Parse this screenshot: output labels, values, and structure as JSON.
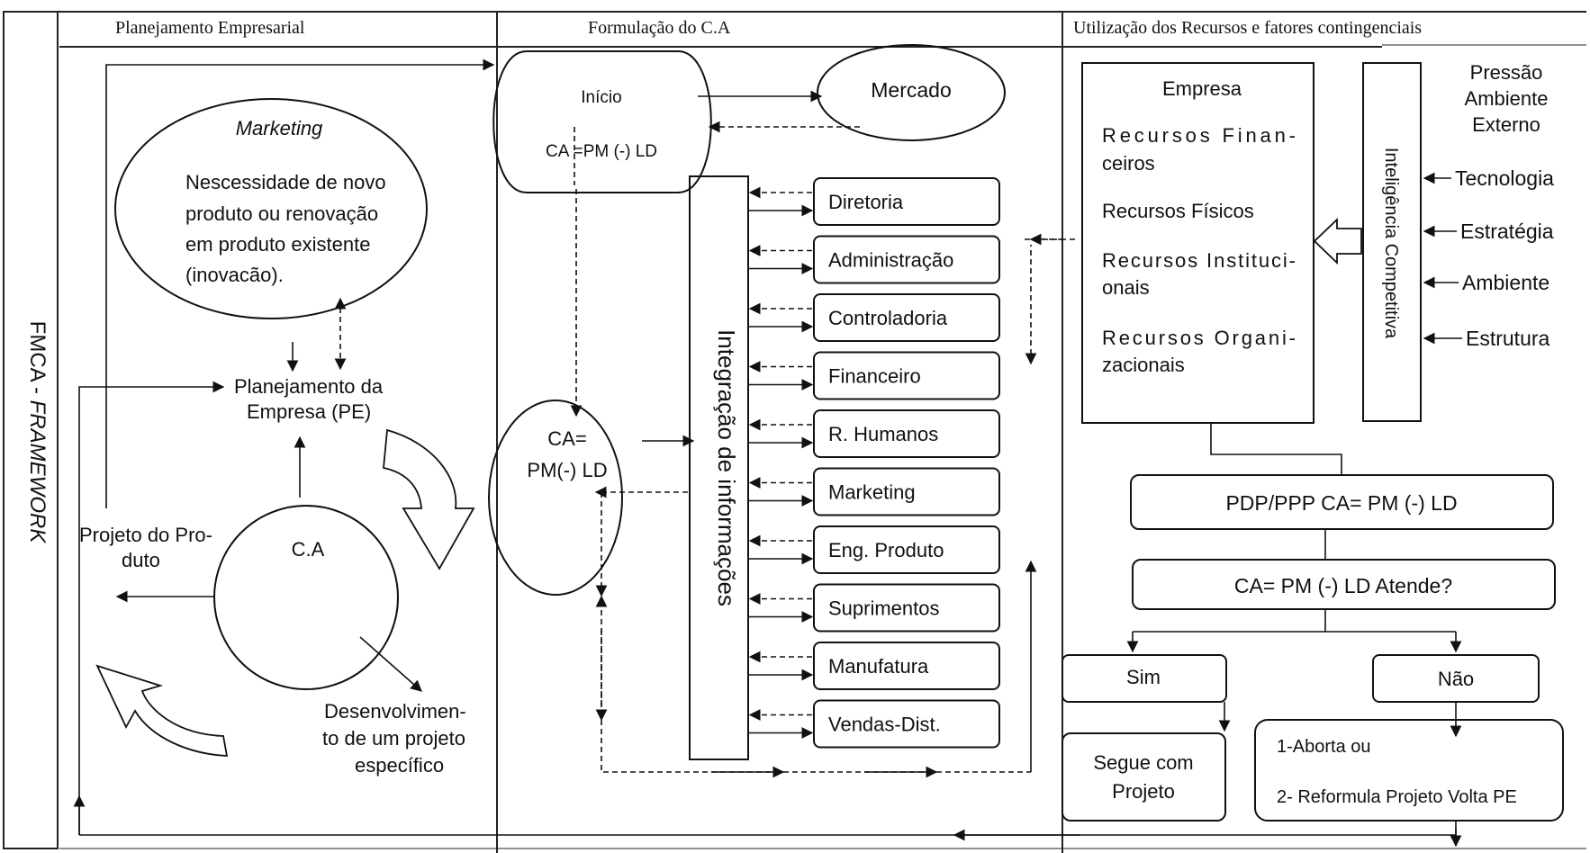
{
  "side_title": {
    "main": "FMCA - ",
    "italic": "FRAMEWORK"
  },
  "columns": {
    "planning": "Planejamento Empresarial",
    "formulation": "Formulação do C.A",
    "resources": "Utilização dos Recursos e fatores contingenciais"
  },
  "planning": {
    "marketing_title": "Marketing",
    "marketing_text": [
      "Nescessidade de novo",
      "produto ou renovação",
      "em produto existente",
      "(inovacão)."
    ],
    "pe_label": [
      "Planejamento da",
      "Empresa (PE)"
    ],
    "ca_label": "C.A",
    "projeto_label": [
      "Projeto do Pro-",
      "duto"
    ],
    "desenvolvimento_label": [
      "Desenvolvimen-",
      "to de um projeto",
      "específico"
    ]
  },
  "formulation": {
    "inicio_label": "Início",
    "inicio_formula": "CA =PM (-) LD",
    "mercado_label": "Mercado",
    "ca_oval": [
      "CA=",
      "PM(-) LD"
    ],
    "integration_label": "Integração de informações",
    "departments": [
      "Diretoria",
      "Administração",
      "Controladoria",
      "Financeiro",
      "R. Humanos",
      "Marketing",
      "Eng. Produto",
      "Suprimentos",
      "Manufatura",
      "Vendas-Dist."
    ]
  },
  "resources": {
    "empresa_title": "Empresa",
    "recursos": [
      [
        "Recursos Finan-",
        "ceiros"
      ],
      [
        "Recursos Físicos"
      ],
      [
        "Recursos Instituci-",
        "onais"
      ],
      [
        "Recursos Organi-",
        "zacionais"
      ]
    ],
    "inteligencia_label": "Inteligência Competitiva",
    "pressao_title": [
      "Pressão",
      "Ambiente",
      "Externo"
    ],
    "factors": [
      "Tecnologia",
      "Estratégia",
      "Ambiente",
      "Estrutura"
    ],
    "pdp_label": "PDP/PPP CA= PM (-) LD",
    "atende_label": "CA= PM (-) LD Atende?",
    "sim_label": "Sim",
    "nao_label": "Não",
    "segue_label": [
      "Segue com",
      "Projeto"
    ],
    "aborta_lines": [
      "1-Aborta ou",
      "2- Reformula Projeto Volta PE"
    ]
  },
  "colors": {
    "ink": "#111111",
    "frame": "#222222",
    "background": "#ffffff"
  }
}
